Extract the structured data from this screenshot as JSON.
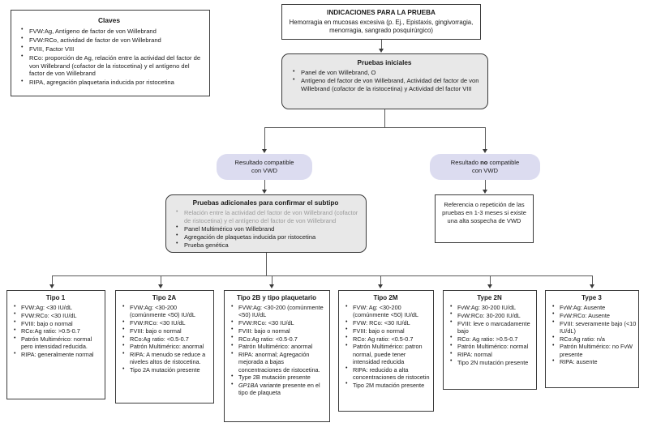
{
  "legend": {
    "title": "Claves",
    "items": [
      "FVW:Ag, Antígeno de factor de von Willebrand",
      "FVW:RCo, actividad de factor de von Willebrand",
      "FVIII, Factor VIII",
      "RCo: proporción de Ag, relación entre la actividad del factor de von Willebrand (cofactor de la ristocetina) y el antígeno del factor de von Willebrand",
      "RIPA, agregación plaquetaria inducida por ristocetina"
    ]
  },
  "indicaciones": {
    "title": "INDICACIONES PARA LA PRUEBA",
    "text": "Hemorragia en mucosas excesiva (p. Ej., Epistaxis, gingivorragia, menorragia, sangrado posquirúrgico)"
  },
  "pruebas_iniciales": {
    "title": "Pruebas iniciales",
    "items": [
      "Panel de von Willebrand, O",
      "Antígeno del factor de von Willebrand, Actividad del factor de von Willebrand (cofactor de la ristocetina) y Actividad del factor VIII"
    ]
  },
  "resultados": {
    "compatible": {
      "line1": "Resultado compatible",
      "line2": "con VWD"
    },
    "no_compatible": {
      "prefix": "Resultado ",
      "emphasis": "no",
      "suffix": " compatible",
      "line2": "con VWD"
    }
  },
  "pruebas_adicionales": {
    "title": "Pruebas adicionales para confirmar el subtipo",
    "items": [
      "Relación entre la actividad del factor de von Willebrand (cofactor de ristocetina) y el antígeno del factor de von Willebrand",
      "Panel Multimérico von Willebrand",
      "Agregación de plaquetas inducida por ristocetina",
      "Prueba genética"
    ]
  },
  "referencia": {
    "text": "Referencia o repetición de las pruebas en 1-3 meses si existe una alta sospecha de VWD"
  },
  "subtypes": [
    {
      "id": "tipo1",
      "title": "Tipo 1",
      "items": [
        "FVW:Ag: <30 IU/dL",
        "FVW:RCo: <30 IU/dL",
        "FVIII: bajo o normal",
        "RCo:Ag ratio: >0.5-0.7",
        "Patrón Multimérico: normal pero intensidad reducida.",
        "RIPA: generalmente normal"
      ]
    },
    {
      "id": "tipo2a",
      "title": "Tipo 2A",
      "items": [
        "FVW:Ag: <30-200 (comúnmente <50) IU/dL",
        "FVW:RCo: <30 IU/dL",
        "FVIII: bajo o normal",
        "RCo:Ag ratio: <0.5-0.7",
        "Patrón Multimérico: anormal",
        "RIPA: A menudo se reduce a niveles altos de ristocetina.",
        "Tipo 2A mutación presente"
      ]
    },
    {
      "id": "tipo2b",
      "title": "Tipo 2B y tipo plaquetario",
      "items": [
        "FVW:Ag: <30-200 (comúnmente <50) IU/dL",
        "FVW:RCo: <30 IU/dL",
        "FVIII: bajo o normal",
        "RCo:Ag ratio: <0.5-0.7",
        "Patrón Multimérico: anormal",
        "RIPA: anormal; Agregación mejorada a bajas concentraciones de ristocetina.",
        "Type 2B mutación presente"
      ],
      "italic_item": {
        "italic": "GP1BA",
        "rest": " variante presente en el tipo de plaqueta"
      }
    },
    {
      "id": "tipo2m",
      "title": "Tipo 2M",
      "items": [
        "FVW: Ag: <30-200 (comúnmente <50) IU/dL",
        "FVW: RCo: <30 IU/dL",
        "FVIII: bajo o normal",
        "RCo: Ag ratio: <0.5-0.7",
        "Patrón Multimérico: patron normal, puede tener intensidad reducida",
        "RIPA: reducido a alta concentraciones de ristocetin",
        "Tipo 2M mutación presente"
      ]
    },
    {
      "id": "tipo2n",
      "title": "Type 2N",
      "items": [
        "FvW:Ag: 30-200 IU/dL",
        "FvW:RCo: 30-200 IU/dL",
        "FVIII: leve o marcadamente bajo",
        "RCo: Ag ratio: >0.5-0.7",
        "Patrón Multimérico: normal",
        "RIPA: normal",
        "Tipo 2N mutación presente"
      ]
    },
    {
      "id": "tipo3",
      "title": "Type 3",
      "items": [
        "FvW:Ag: Ausente",
        "FvW:RCo: Ausente",
        "FVIII: severamente bajo (<10 IU/dL)",
        "RCo:Ag ratio: n/a",
        "Patrón Multimérico: no FvW presente",
        "RIPA: ausente"
      ]
    }
  ],
  "colors": {
    "process_gray": "#e8e8e8",
    "result_lavender": "#dcdcf0",
    "border": "#3a3a3a",
    "connector": "#5a5a5a"
  }
}
